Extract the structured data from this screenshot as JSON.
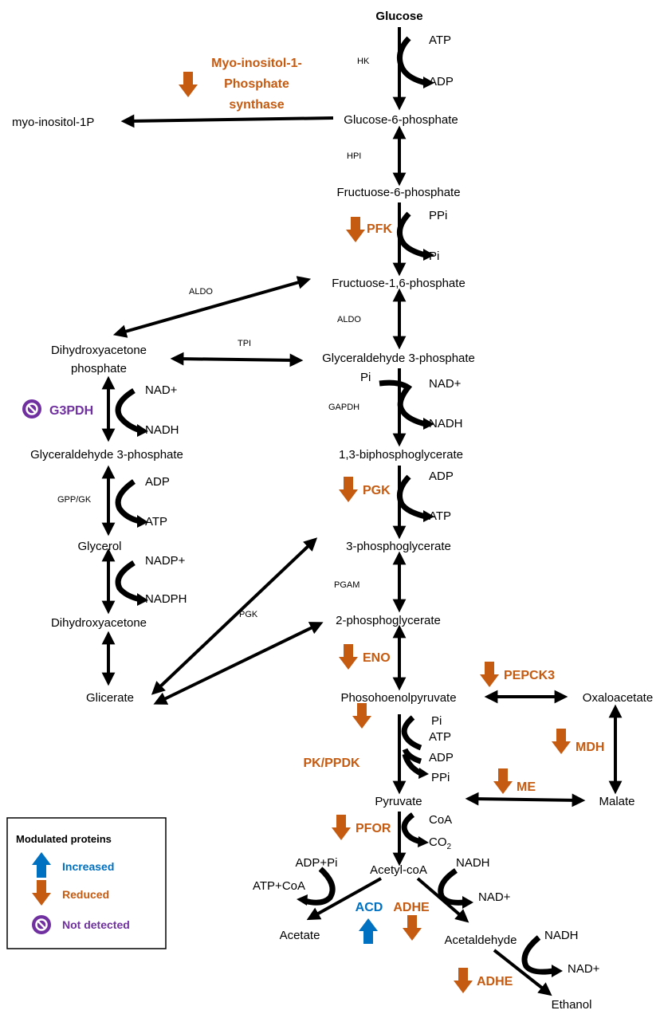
{
  "colors": {
    "reduced": "#c55a11",
    "increased": "#0070c0",
    "not_detected": "#7030a0",
    "line": "#000000"
  },
  "metabolites": {
    "glucose": "Glucose",
    "g6p": "Glucose-6-phosphate",
    "myo": "myo-inositol-1P",
    "f6p": "Fructuose-6-phosphate",
    "f16p": "Fructuose-1,6-phosphate",
    "dhap_1": "Dihydroxyacetone",
    "dhap_2": "phosphate",
    "g3p": "Glyceraldehyde 3-phosphate",
    "g3p_left": "Glyceraldehyde 3-phosphate",
    "bpg": "1,3-biphosphoglycerate",
    "pg3": "3-phosphoglycerate",
    "pg2": "2-phosphoglycerate",
    "pep": "Phosohoenolpyruvate",
    "oaa": "Oxaloacetate",
    "malate": "Malate",
    "pyruvate": "Pyruvate",
    "acoa": "Acetyl-coA",
    "acetate": "Acetate",
    "acetaldehyde": "Acetaldehyde",
    "ethanol": "Ethanol",
    "glycerol": "Glycerol",
    "dha": "Dihydroxyacetone",
    "glicerate": "Glicerate"
  },
  "enzymes_plain": {
    "hk": "HK",
    "hpi": "HPI",
    "aldo_left": "ALDO",
    "aldo_main": "ALDO",
    "tpi": "TPI",
    "gapdh": "GAPDH",
    "gpp_gk": "GPP/GK",
    "pgam": "PGAM",
    "pgk_side": "PGK"
  },
  "enzymes_reduced": {
    "mips_1": "Myo-inositol-1-",
    "mips_2": "Phosphate",
    "mips_3": "synthase",
    "pfk": "PFK",
    "pgk": "PGK",
    "eno": "ENO",
    "pepck3": "PEPCK3",
    "mdh": "MDH",
    "pk_ppdk": "PK/PPDK",
    "me": "ME",
    "pfor": "PFOR",
    "adhe_1": "ADHE",
    "adhe_2": "ADHE"
  },
  "enzymes_increased": {
    "acd": "ACD"
  },
  "enzymes_not_detected": {
    "g3pdh": "G3PDH"
  },
  "cofactors": {
    "atp1": "ATP",
    "adp1": "ADP",
    "ppi1": "PPi",
    "pi1": "Pi",
    "pi_gapdh": "Pi",
    "nad_gapdh": "NAD+",
    "nadh_gapdh": "NADH",
    "adp_pgk": "ADP",
    "atp_pgk": "ATP",
    "nad_g3pdh": "NAD+",
    "nadh_g3pdh": "NADH",
    "adp_gk": "ADP",
    "atp_gk": "ATP",
    "nadp": "NADP+",
    "nadph": "NADPH",
    "pi_pk": "Pi",
    "atp_pk": "ATP",
    "adp_pk": "ADP",
    "ppi_pk": "PPi",
    "coa": "CoA",
    "co2": "CO",
    "co2_sub": "2",
    "adp_pi": "ADP+Pi",
    "atp_coa": "ATP+CoA",
    "nadh_ac": "NADH",
    "nad_ac": "NAD+",
    "nadh_et": "NADH",
    "nad_et": "NAD+"
  },
  "legend": {
    "title": "Modulated proteins",
    "increased": "Increased",
    "reduced": "Reduced",
    "not_detected": "Not detected"
  }
}
